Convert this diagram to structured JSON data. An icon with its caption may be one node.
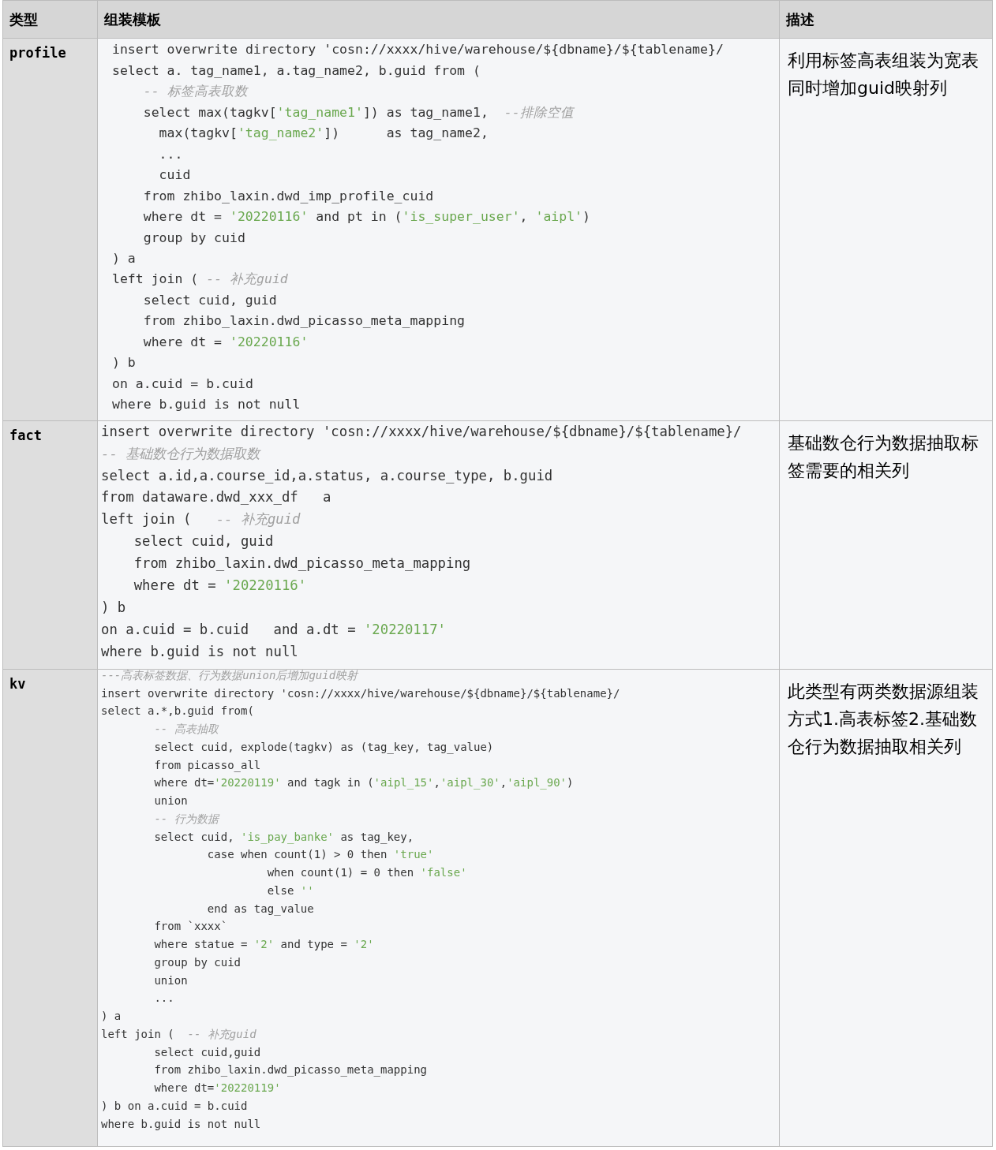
{
  "diagram": {
    "labels": [
      "类型",
      "组装模板",
      "描述",
      "profile",
      "insert overwrite directory 'cosn://xxxx/hive/warehouse/${dbname}/${tablename}/",
      "select a. tag_name1, a.tag_name2, b.guid from (",
      "-- 标签高表取数",
      "select max(tagkv['tag_name1']) as tag_name1,  --排除空值",
      "max(tagkv['tag_name2'])      as tag_name2,",
      "...",
      "cuid",
      "from zhibo_laxin.dwd_imp_profile_cuid",
      "where dt = '20220116' and pt in ('is_super_user', 'aipl')",
      "group by cuid",
      ") a",
      "left join ( -- 补充guid",
      "select cuid, guid",
      "from zhibo_laxin.dwd_picasso_meta_mapping",
      "where dt = '20220116'",
      ") b",
      "on a.cuid = b.cuid",
      "where b.guid is not null",
      "利用标签高表组装为宽表同时增加guid映射列",
      "fact",
      "insert overwrite directory 'cosn://xxxx/hive/warehouse/${dbname}/${tablename}/",
      "-- 基础数仓行为数据取数",
      "select a.id,a.course_id,a.status, a.course_type, b.guid",
      "from dataware.dwd_xxx_df   a",
      "left join (   -- 补充guid",
      "select cuid, guid",
      "from zhibo_laxin.dwd_picasso_meta_mapping",
      "where dt = '20220116'",
      ") b",
      "on a.cuid = b.cuid   and a.dt = '20220117'",
      "where b.guid is not null",
      "基础数仓行为数据抽取标签需要的相关列",
      "kv",
      "---高表标签数据、行为数据union后增加guid映射",
      "insert overwrite directory 'cosn://xxxx/hive/warehouse/${dbname}/${tablename}/",
      "select a.*,b.guid from(",
      "-- 高表抽取",
      "select cuid, explode(tagkv) as (tag_key, tag_value)",
      "from picasso_all",
      "where dt='20220119' and tagk in ('aipl_15','aipl_30','aipl_90')",
      "union",
      "-- 行为数据",
      "select cuid, 'is_pay_banke' as tag_key,",
      "case when count(1) > 0 then 'true'",
      "when count(1) = 0 then 'false'",
      "else ''",
      "end as tag_value",
      "from `xxxx`",
      "where statue = '2' and type = '2'",
      "group by cuid",
      "union",
      "...",
      ") a",
      "left join (  -- 补充guid",
      "select cuid,guid",
      "from zhibo_laxin.dwd_picasso_meta_mapping",
      "where dt='20220119'",
      ") b on a.cuid = b.cuid",
      "where b.guid is not null",
      "此类型有两类数据源组装方式1.高表标签2.基础数仓行为数据抽取相关列"
    ]
  }
}
